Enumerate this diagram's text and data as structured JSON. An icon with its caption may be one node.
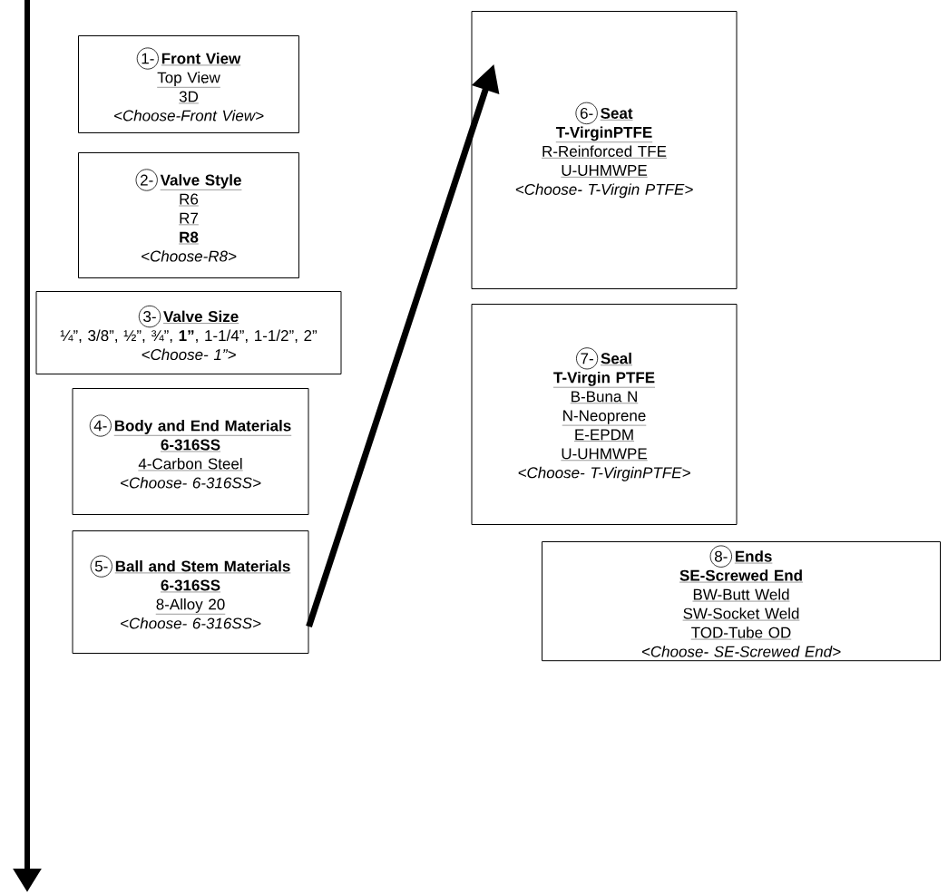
{
  "diagram": {
    "nodes": [
      {
        "text": [
          "1-",
          "Front View",
          "Top View",
          "3D",
          "<Choose-Front View>"
        ]
      },
      {
        "text": [
          "2-",
          "Valve Style",
          "R6",
          "R7",
          "R8",
          "<Choose-R8>"
        ]
      },
      {
        "text": [
          "3-",
          "Valve Size",
          "¼”, 3/8”, ½”, ¾”, **1”**, 1-1/4”, 1-1/2”, 2”",
          "<Choose- 1”>"
        ]
      },
      {
        "text": [
          "4-",
          "Body and End Materials",
          "6-316SS",
          "4-Carbon Steel",
          "<Choose- 6-316SS>"
        ]
      },
      {
        "text": [
          "5-",
          "Ball and Stem Materials",
          "6-316SS",
          "8-Alloy 20",
          "<Choose- 6-316SS>"
        ]
      },
      {
        "text": [
          "6-",
          "Seat",
          "T-VirginPTFE",
          "R-Reinforced TFE",
          "U-UHMWPE",
          "<Choose- T-Virgin PTFE>"
        ]
      },
      {
        "text": [
          "7-",
          "Seal",
          "T-Virgin PTFE",
          "B-Buna N",
          "N-Neoprene",
          "E-EPDM",
          "U-UHMWPE",
          "<Choose- T-VirginPTFE>"
        ]
      },
      {
        "text": [
          "8-",
          "Ends",
          "SE-Screwed End",
          "BW-Butt Weld",
          "SW-Socket Weld",
          "TOD-Tube OD",
          "<Choose- SE-Screwed End>"
        ]
      }
    ],
    "edges": [
      {
        "from": 4,
        "to": 5,
        "arrow": "to"
      }
    ]
  }
}
